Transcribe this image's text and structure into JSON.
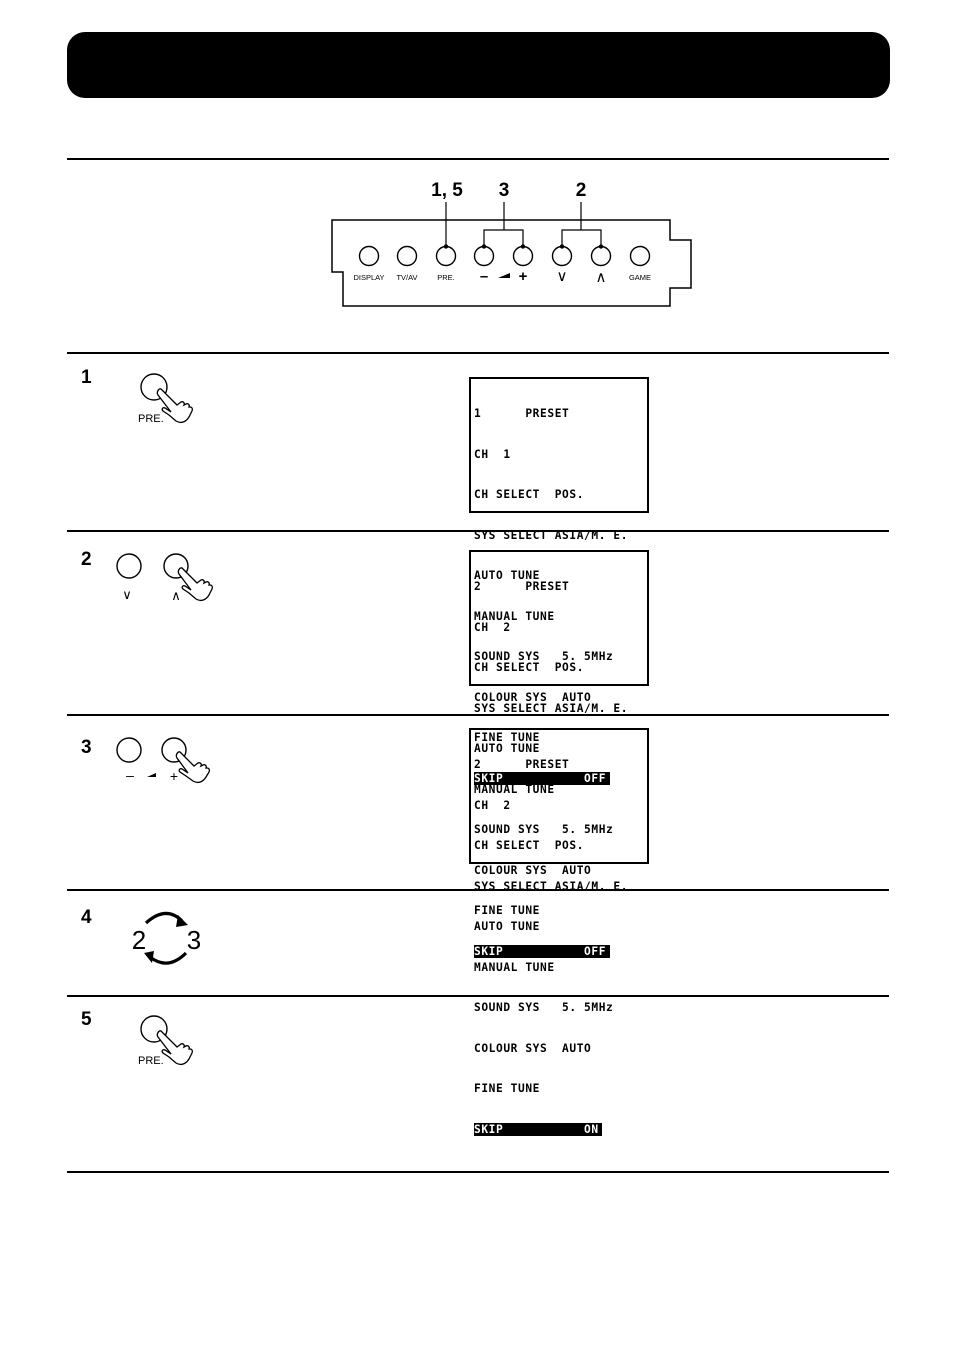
{
  "panel": {
    "callouts": {
      "pre": "1, 5",
      "volume": "3",
      "channel": "2"
    },
    "buttons": {
      "display": "DISPLAY",
      "tvav": "TV/AV",
      "pre": "PRE.",
      "vol_minus": "–",
      "vol_plus": "+",
      "ch_down": "∨",
      "ch_up": "∧",
      "game": "GAME"
    }
  },
  "steps": [
    {
      "number": "1",
      "icon_label": "PRE.",
      "osd": {
        "lines": [
          "1      PRESET",
          "CH  1",
          "CH SELECT  POS.",
          "SYS SELECT ASIA/M. E.",
          "AUTO TUNE",
          "MANUAL TUNE",
          "SOUND SYS   5. 5MHz",
          "COLOUR SYS  AUTO",
          "FINE TUNE"
        ],
        "highlight": "SKIP           OFF"
      }
    },
    {
      "number": "2",
      "icon_label_down": "∨",
      "icon_label_up": "∧",
      "osd": {
        "lines": [
          "2      PRESET",
          "CH  2",
          "CH SELECT  POS.",
          "SYS SELECT ASIA/M. E.",
          "AUTO TUNE",
          "MANUAL TUNE",
          "SOUND SYS   5. 5MHz",
          "COLOUR SYS  AUTO",
          "FINE TUNE"
        ],
        "highlight": "SKIP           OFF"
      }
    },
    {
      "number": "3",
      "icon_label_minus": "–",
      "icon_label_plus": "+",
      "osd": {
        "lines": [
          "2      PRESET",
          "CH  2",
          "CH SELECT  POS.",
          "SYS SELECT ASIA/M. E.",
          "AUTO TUNE",
          "MANUAL TUNE",
          "SOUND SYS   5. 5MHz",
          "COLOUR SYS  AUTO",
          "FINE TUNE"
        ],
        "highlight": "SKIP           ON"
      }
    },
    {
      "number": "4",
      "cycle_left": "2",
      "cycle_right": "3"
    },
    {
      "number": "5",
      "icon_label": "PRE."
    }
  ]
}
